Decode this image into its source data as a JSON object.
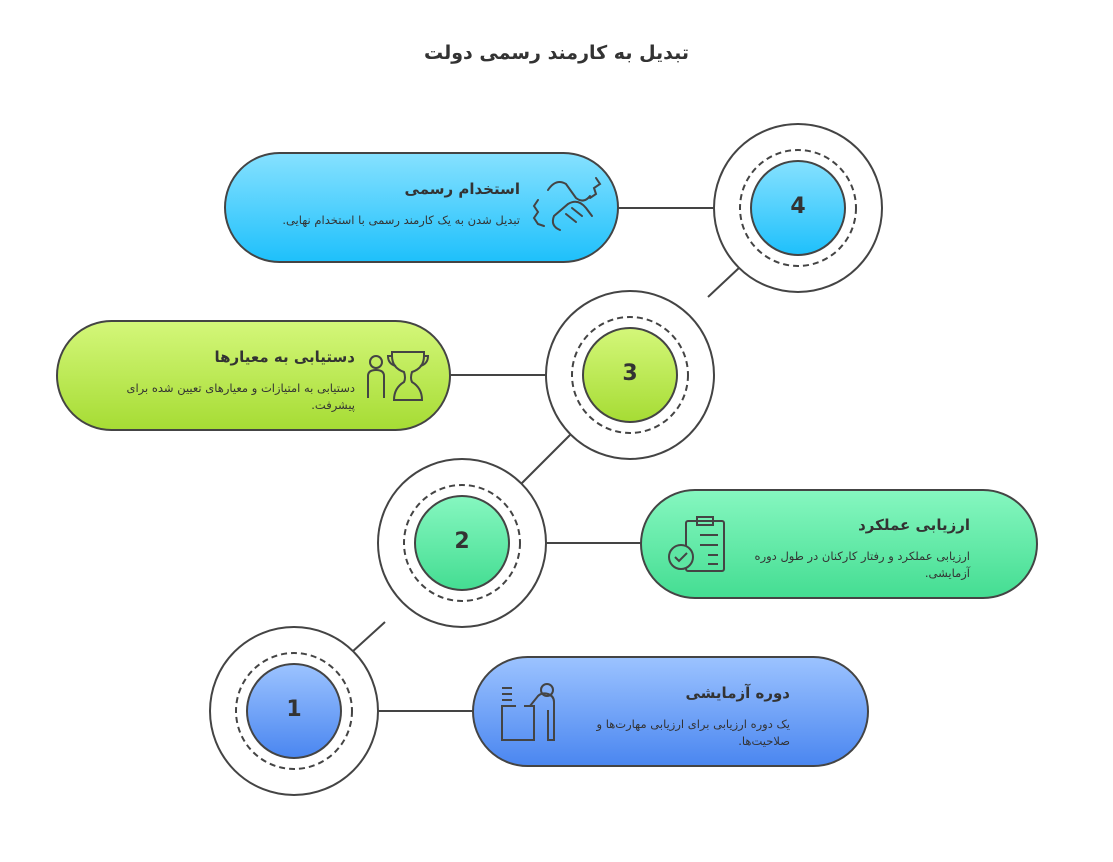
{
  "title": "تبدیل به کارمند رسمی دولت",
  "steps": [
    {
      "number": "1",
      "title": "دوره آزمایشی",
      "description": "یک دوره ارزیابی برای ارزیابی مهارت‌ها و صلاحیت‌ها.",
      "icon": "desk-worker-icon",
      "colors": [
        "#9cc3ff",
        "#4a86f0"
      ]
    },
    {
      "number": "2",
      "title": "ارزیابی عملکرد",
      "description": "ارزیابی عملکرد و رفتار کارکنان در طول دوره آزمایشی.",
      "icon": "clipboard-check-icon",
      "colors": [
        "#86f7c0",
        "#44dd92"
      ]
    },
    {
      "number": "3",
      "title": "دستیابی به معیارها",
      "description": "دستیابی به امتیازات و معیارهای تعیین شده برای پیشرفت.",
      "icon": "person-trophy-icon",
      "colors": [
        "#d4f77a",
        "#a6dc34"
      ]
    },
    {
      "number": "4",
      "title": "استخدام رسمی",
      "description": "تبدیل شدن به یک کارمند رسمی با استخدام نهایی.",
      "icon": "handshake-icon",
      "colors": [
        "#86e1ff",
        "#1ec0fb"
      ]
    }
  ]
}
